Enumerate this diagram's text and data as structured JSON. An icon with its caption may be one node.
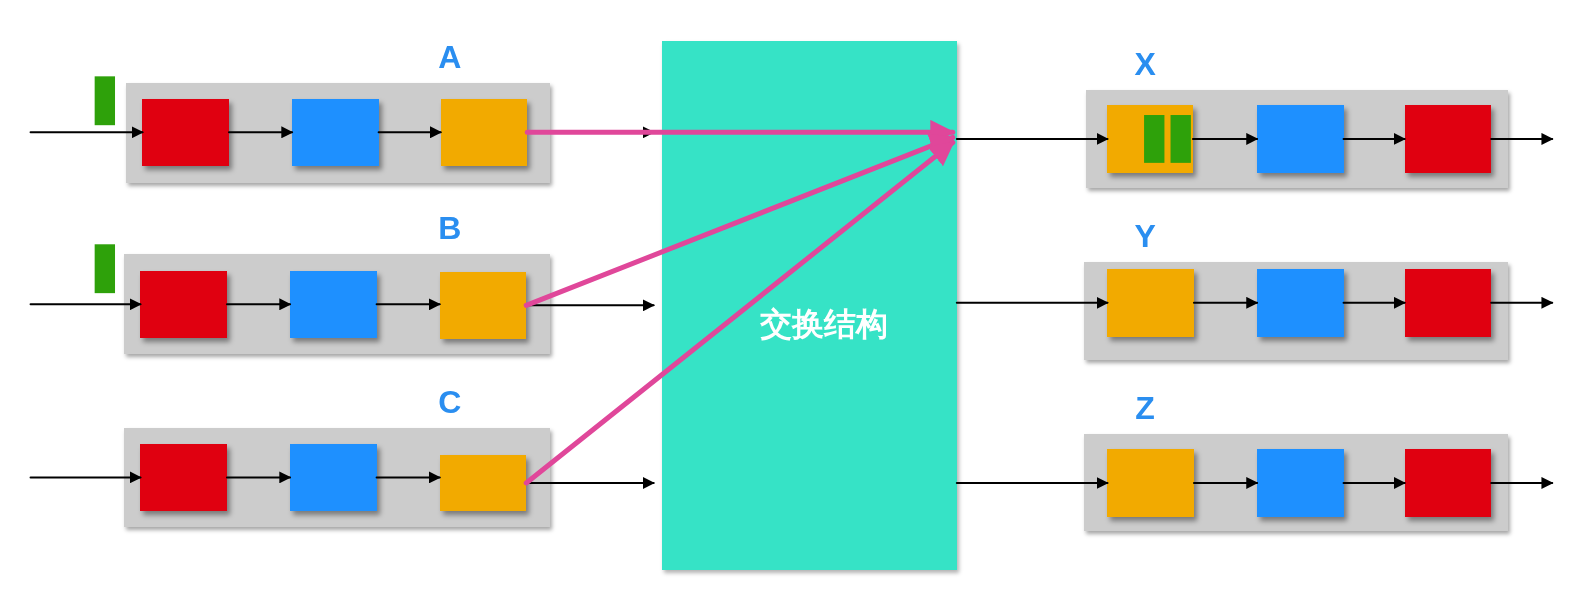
{
  "diagram": {
    "nodes": [
      {
        "text": [
          "A"
        ]
      },
      {
        "text": [],
        "shape": "box",
        "in": 0
      },
      {
        "text": [],
        "shape": "box",
        "in": 0
      },
      {
        "text": [],
        "shape": "box",
        "in": 0
      },
      {
        "text": [
          "B"
        ]
      },
      {
        "text": [],
        "shape": "box",
        "in": 4
      },
      {
        "text": [],
        "shape": "box",
        "in": 4
      },
      {
        "text": [],
        "shape": "box",
        "in": 4
      },
      {
        "text": [
          "C"
        ]
      },
      {
        "text": [],
        "shape": "box",
        "in": 8
      },
      {
        "text": [],
        "shape": "box",
        "in": 8
      },
      {
        "text": [],
        "shape": "box",
        "in": 8
      },
      {
        "text": [
          "交换结构"
        ]
      },
      {
        "text": [
          "X"
        ]
      },
      {
        "text": [],
        "shape": "box",
        "in": 13
      },
      {
        "text": [],
        "shape": "box",
        "in": 13
      },
      {
        "text": [],
        "shape": "box",
        "in": 13
      },
      {
        "text": [
          "Y"
        ]
      },
      {
        "text": [],
        "shape": "box",
        "in": 17
      },
      {
        "text": [],
        "shape": "box",
        "in": 17
      },
      {
        "text": [],
        "shape": "box",
        "in": 17
      },
      {
        "text": [
          "Z"
        ]
      },
      {
        "text": [],
        "shape": "box",
        "in": 21
      },
      {
        "text": [],
        "shape": "box",
        "in": 21
      },
      {
        "text": [],
        "shape": "box",
        "in": 21
      }
    ],
    "edges": [
      {
        "from": null,
        "to": 1,
        "arrow": "to"
      },
      {
        "from": 1,
        "to": 2,
        "arrow": "to"
      },
      {
        "from": 2,
        "to": 3,
        "arrow": "to"
      },
      {
        "from": 3,
        "to": 12,
        "arrow": "to"
      },
      {
        "from": 3,
        "to": 12,
        "arrow": "to",
        "style": "thick",
        "color": "#e0479a"
      },
      {
        "from": null,
        "to": 5,
        "arrow": "to"
      },
      {
        "from": 5,
        "to": 6,
        "arrow": "to"
      },
      {
        "from": 6,
        "to": 7,
        "arrow": "to"
      },
      {
        "from": 7,
        "to": 12,
        "arrow": "to"
      },
      {
        "from": 7,
        "to": 12,
        "arrow": "to",
        "style": "thick",
        "color": "#e0479a"
      },
      {
        "from": null,
        "to": 9,
        "arrow": "to"
      },
      {
        "from": 9,
        "to": 10,
        "arrow": "to"
      },
      {
        "from": 10,
        "to": 11,
        "arrow": "to"
      },
      {
        "from": 11,
        "to": 12,
        "arrow": "to"
      },
      {
        "from": 11,
        "to": 12,
        "arrow": "to",
        "style": "thick",
        "color": "#e0479a"
      },
      {
        "from": 12,
        "to": 14,
        "arrow": "to"
      },
      {
        "from": 14,
        "to": 15,
        "arrow": "to"
      },
      {
        "from": 15,
        "to": 16,
        "arrow": "to"
      },
      {
        "from": 16,
        "to": null,
        "arrow": "to"
      },
      {
        "from": 12,
        "to": 18,
        "arrow": "to"
      },
      {
        "from": 18,
        "to": 19,
        "arrow": "to"
      },
      {
        "from": 19,
        "to": 20,
        "arrow": "to"
      },
      {
        "from": 20,
        "to": null,
        "arrow": "to"
      },
      {
        "from": 12,
        "to": 22,
        "arrow": "to"
      },
      {
        "from": 22,
        "to": 23,
        "arrow": "to"
      },
      {
        "from": 23,
        "to": 24,
        "arrow": "to"
      },
      {
        "from": 24,
        "to": null,
        "arrow": "to"
      }
    ]
  }
}
